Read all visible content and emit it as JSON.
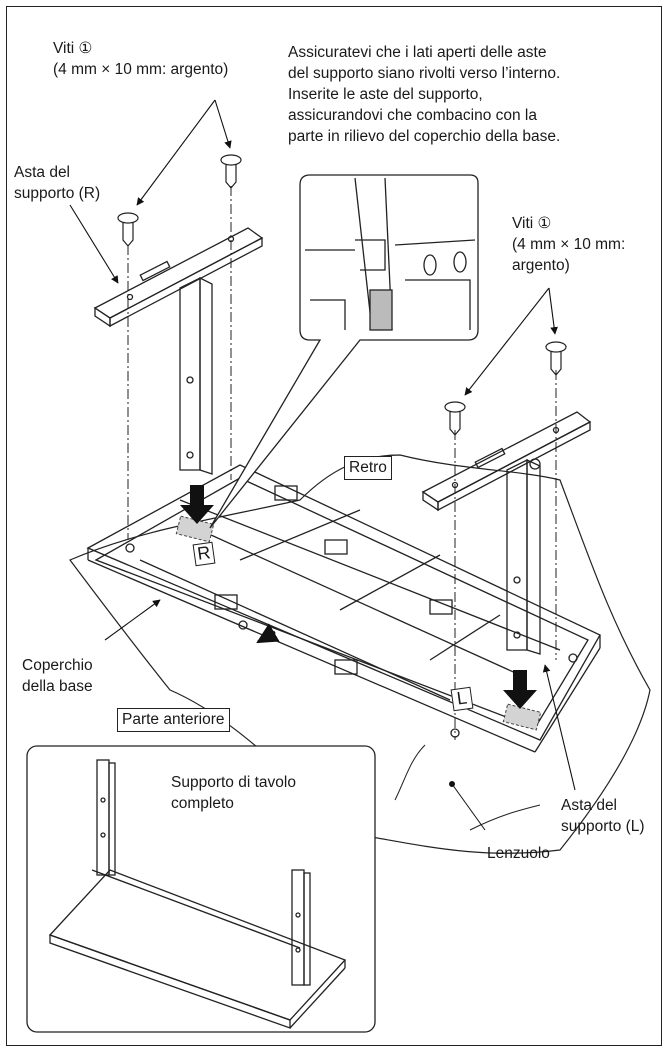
{
  "labels": {
    "screws_left": "Viti ①\n(4 mm × 10 mm: argento)",
    "instruction": "Assicuratevi che i lati aperti delle aste\ndel supporto siano rivolti verso l’interno.\nInserite le aste del supporto,\nassicurandovi che combacino con la\nparte in rilievo del coperchio della base.",
    "stand_rod_r": "Asta del\nsupporto (R)",
    "screws_right": "Viti ①\n(4 mm × 10 mm:\nargento)",
    "back": "Retro",
    "base_cover": "Coperchio\ndella base",
    "front": "Parte anteriore",
    "completed_stand": "Supporto di tavolo\ncompleto",
    "stand_rod_l": "Asta del\nsupporto (L)",
    "sheet": "Lenzuolo",
    "mark_r": "R",
    "mark_l": "L"
  },
  "colors": {
    "line": "#222222",
    "dashed_area": "#bdbdbd",
    "arrow": "#111111"
  }
}
